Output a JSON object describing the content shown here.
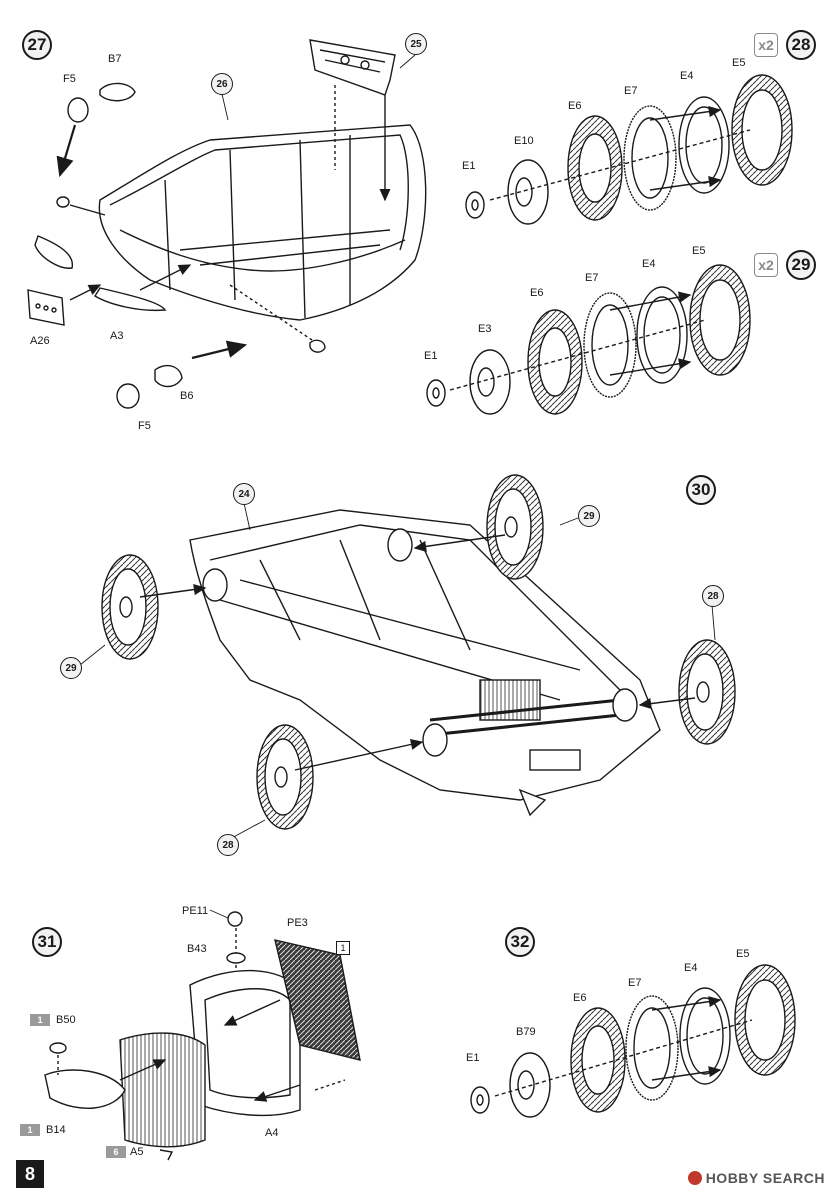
{
  "steps": {
    "s27": "27",
    "s28": "28",
    "s29": "29",
    "s30": "30",
    "s31": "31",
    "s32": "32"
  },
  "refs": {
    "r25": "25",
    "r26": "26",
    "r24": "24",
    "r29a": "29",
    "r29b": "29",
    "r28a": "28",
    "r28b": "28"
  },
  "quantities": {
    "q28": "x2",
    "q29": "x2"
  },
  "parts27": {
    "f5a": "F5",
    "b7": "B7",
    "a26": "A26",
    "a3": "A3",
    "b6": "B6",
    "f5b": "F5"
  },
  "parts28": {
    "e1": "E1",
    "e10": "E10",
    "e6": "E6",
    "e7": "E7",
    "e4": "E4",
    "e5": "E5"
  },
  "parts29": {
    "e1": "E1",
    "e3": "E3",
    "e6": "E6",
    "e7": "E7",
    "e4": "E4",
    "e5": "E5"
  },
  "parts31": {
    "pe11": "PE11",
    "pe3": "PE3",
    "b43": "B43",
    "b50": "B50",
    "b14": "B14",
    "a5": "A5",
    "a4": "A4"
  },
  "sprue31": {
    "b50": "1",
    "b14": "1",
    "a5": "6",
    "pe3": "1"
  },
  "parts32": {
    "e1": "E1",
    "b79": "B79",
    "e6": "E6",
    "e7": "E7",
    "e4": "E4",
    "e5": "E5"
  },
  "footer": {
    "page_number": "8",
    "watermark": "HOBBY SEARCH"
  },
  "colors": {
    "ink": "#1a1a1a",
    "grey": "#8a8a8a",
    "fill": "#f2f2f2"
  }
}
